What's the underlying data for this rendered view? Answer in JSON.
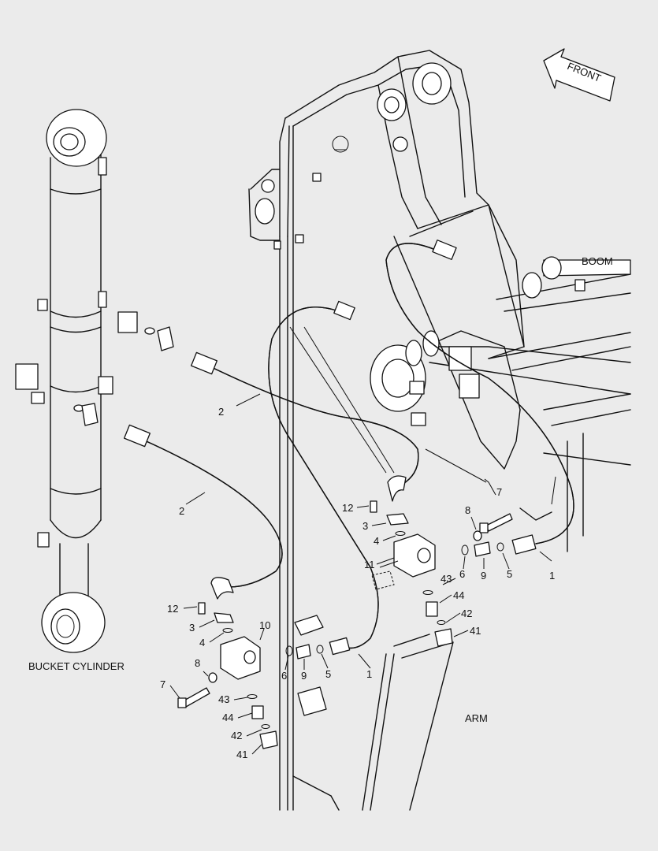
{
  "labels": {
    "front": "FRONT",
    "boom": "BOOM",
    "bucket_cylinder": "BUCKET CYLINDER",
    "arm": "ARM"
  },
  "callouts": {
    "c1a": "1",
    "c1b": "1",
    "c2a": "2",
    "c2b": "2",
    "c3a": "3",
    "c3b": "3",
    "c4a": "4",
    "c4b": "4",
    "c5a": "5",
    "c5b": "5",
    "c6a": "6",
    "c6b": "6",
    "c7a": "7",
    "c7b": "7",
    "c8a": "8",
    "c8b": "8",
    "c9a": "9",
    "c9b": "9",
    "c10": "10",
    "c11": "11",
    "c12a": "12",
    "c12b": "12",
    "c41a": "41",
    "c41b": "41",
    "c42a": "42",
    "c42b": "42",
    "c43a": "43",
    "c43b": "43",
    "c44a": "44",
    "c44b": "44"
  }
}
